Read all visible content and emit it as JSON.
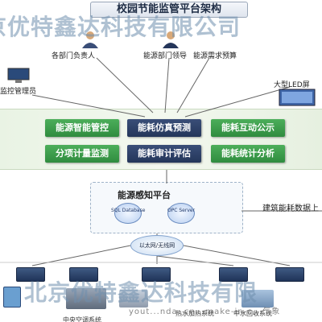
{
  "title": "校园节能监管平台架构",
  "watermark_top": "京优特鑫达科技有限公司",
  "watermark_bottom": "北京优特鑫达科技有限",
  "watermark_url": "yout...nda. cn...make-in-c...气象",
  "top_labels": {
    "dept_head": "各部门负责人",
    "leader": "能源部门领导",
    "budget": "能源需求预算",
    "admin": "监控管理员",
    "led": "大型LED屏"
  },
  "modules": [
    {
      "label": "能源智能管控",
      "style": "green"
    },
    {
      "label": "能耗仿真预测",
      "style": "navy"
    },
    {
      "label": "能耗互动公示",
      "style": "green"
    },
    {
      "label": "分项计量监测",
      "style": "green"
    },
    {
      "label": "能耗审计评估",
      "style": "navy"
    },
    {
      "label": "能耗统计分析",
      "style": "green"
    }
  ],
  "platform": {
    "title": "能源感知平台",
    "sql_label": "SQL Database",
    "opc_label": "OPC Server",
    "upload": "建筑能耗数据上"
  },
  "network_label": "以太网/无线网",
  "bottom_labels": {
    "hvac": "中央空调系统",
    "hot_water": "热水加热系统",
    "reclaimed_water": "中水回收系统"
  },
  "colors": {
    "green_button": "#3a9c4b",
    "navy_button": "#2c3f66",
    "connector": "#555555"
  }
}
